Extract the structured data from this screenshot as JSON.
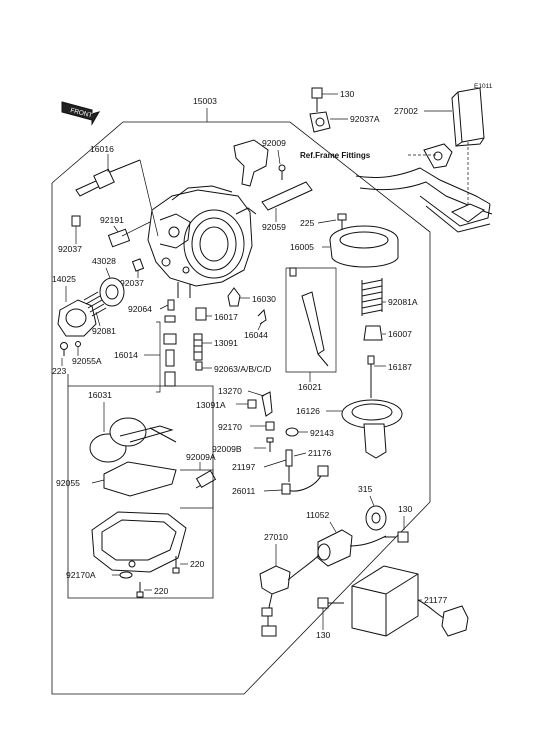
{
  "diagram_code": "E1011",
  "front_label": "FRONT",
  "ref_text": "Ref.Frame Fittings",
  "labels": {
    "p15003": "15003",
    "p16016": "16016",
    "p92191": "92191",
    "p92037a": "92037",
    "p43028": "43028",
    "p14025": "14025",
    "p92037b": "92037",
    "p92081": "92081",
    "p92064": "92064",
    "p223": "223",
    "p92055a": "92055A",
    "p16014": "16014",
    "p16031": "16031",
    "p92055": "92055",
    "p92170a": "92170A",
    "p220a": "220",
    "p220b": "220",
    "p92009": "92009",
    "p92059": "92059",
    "p16030": "16030",
    "p16017": "16017",
    "p16044": "16044",
    "p13091": "13091",
    "p92063": "92063/A/B/C/D",
    "p16021": "16021",
    "p13270": "13270",
    "p13091a": "13091A",
    "p92170": "92170",
    "p92009b": "92009B",
    "p92009a": "92009A",
    "p21197": "21197",
    "p26011": "26011",
    "p21176": "21176",
    "p92143": "92143",
    "p16126": "16126",
    "p16187": "16187",
    "p16007": "16007",
    "p92081a": "92081A",
    "p16005": "16005",
    "p225": "225",
    "p130a": "130",
    "p92037a_top": "92037A",
    "p27002": "27002",
    "p315": "315",
    "p130b": "130",
    "p11052": "11052",
    "p27010": "27010",
    "p21177": "21177",
    "p130c": "130"
  }
}
